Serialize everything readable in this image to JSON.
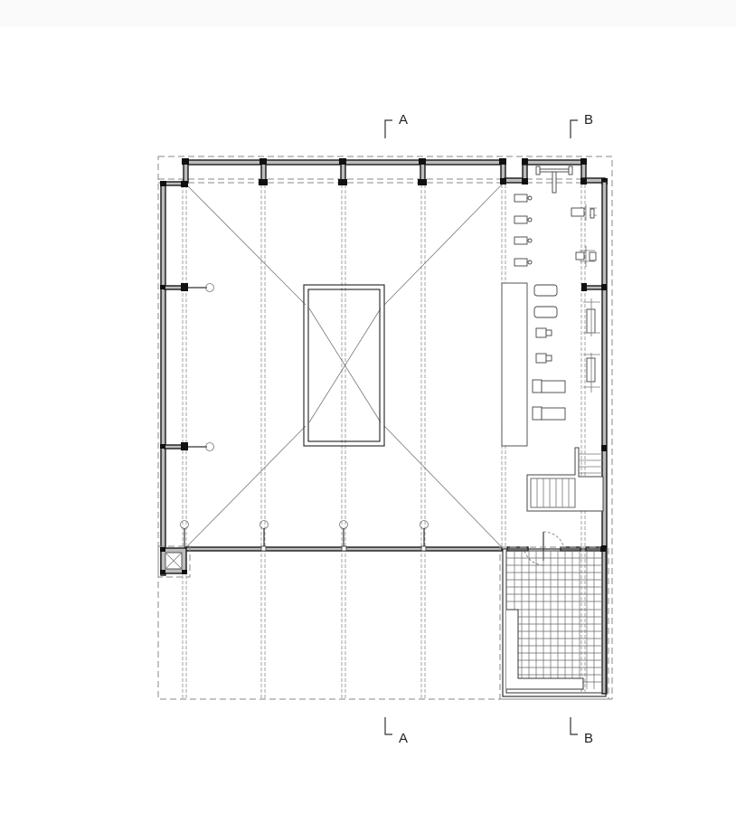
{
  "drawing": {
    "type": "architectural floor plan",
    "section_markers": [
      {
        "id": "section-a-top",
        "label": "A"
      },
      {
        "id": "section-b-top",
        "label": "B"
      },
      {
        "id": "section-a-bottom",
        "label": "A"
      },
      {
        "id": "section-b-bottom",
        "label": "B"
      }
    ],
    "spaces": [
      {
        "name": "main-hall",
        "feature": "central rectangular opening with diagonal cross lines"
      },
      {
        "name": "gym-area",
        "feature": "exercise equipment along east wing"
      },
      {
        "name": "staircase",
        "feature": "L-shaped stair"
      },
      {
        "name": "tiled-terrace",
        "feature": "grid-tiled floor with entrance door"
      },
      {
        "name": "corner-shaft",
        "feature": "small square with X at south-west corner"
      }
    ],
    "colors": {
      "line": "#1a1a1a",
      "wall_fill": "#bdbdbd",
      "dashed": "#8a8a8a",
      "background": "#ffffff"
    }
  }
}
